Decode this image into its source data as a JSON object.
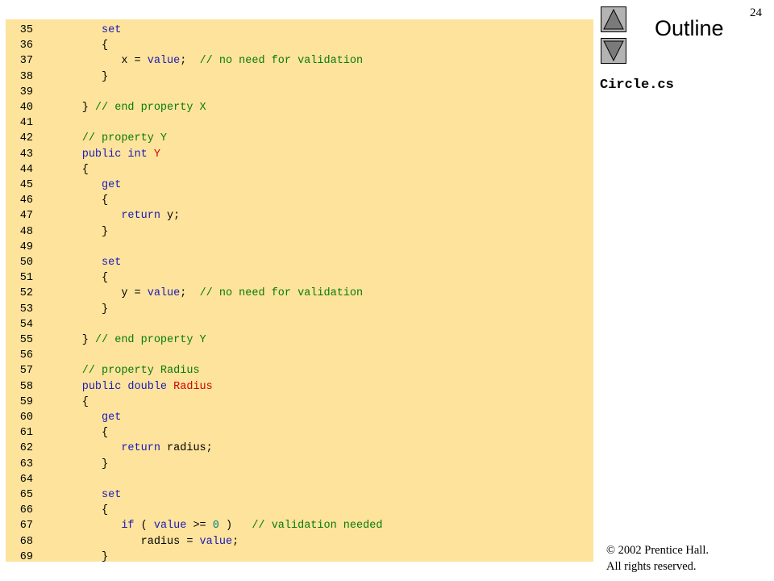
{
  "page_number": "24",
  "outline_title": "Outline",
  "file_name": "Circle.cs",
  "nav": {
    "up_icon": "triangle-up-icon",
    "down_icon": "triangle-down-icon"
  },
  "copyright": {
    "line1": "© 2002 Prentice Hall.",
    "line2": "All rights reserved."
  },
  "code": [
    {
      "n": "35",
      "t": [
        [
          "          ",
          "p"
        ],
        [
          "set",
          "kw"
        ]
      ]
    },
    {
      "n": "36",
      "t": [
        [
          "          {",
          "p"
        ]
      ]
    },
    {
      "n": "37",
      "t": [
        [
          "             x = ",
          "p"
        ],
        [
          "value",
          "kw"
        ],
        [
          ";  ",
          "p"
        ],
        [
          "// no need for validation",
          "cm"
        ]
      ]
    },
    {
      "n": "38",
      "t": [
        [
          "          }",
          "p"
        ]
      ]
    },
    {
      "n": "39",
      "t": []
    },
    {
      "n": "40",
      "t": [
        [
          "       } ",
          "p"
        ],
        [
          "// end property X",
          "cm"
        ]
      ]
    },
    {
      "n": "41",
      "t": []
    },
    {
      "n": "42",
      "t": [
        [
          "       ",
          "p"
        ],
        [
          "// property Y",
          "cm"
        ]
      ]
    },
    {
      "n": "43",
      "t": [
        [
          "       ",
          "p"
        ],
        [
          "public int ",
          "kw"
        ],
        [
          "Y",
          "id"
        ]
      ]
    },
    {
      "n": "44",
      "t": [
        [
          "       {",
          "p"
        ]
      ]
    },
    {
      "n": "45",
      "t": [
        [
          "          ",
          "p"
        ],
        [
          "get",
          "kw"
        ]
      ]
    },
    {
      "n": "46",
      "t": [
        [
          "          {",
          "p"
        ]
      ]
    },
    {
      "n": "47",
      "t": [
        [
          "             ",
          "p"
        ],
        [
          "return ",
          "kw"
        ],
        [
          "y;",
          "p"
        ]
      ]
    },
    {
      "n": "48",
      "t": [
        [
          "          }",
          "p"
        ]
      ]
    },
    {
      "n": "49",
      "t": []
    },
    {
      "n": "50",
      "t": [
        [
          "          ",
          "p"
        ],
        [
          "set",
          "kw"
        ]
      ]
    },
    {
      "n": "51",
      "t": [
        [
          "          {",
          "p"
        ]
      ]
    },
    {
      "n": "52",
      "t": [
        [
          "             y = ",
          "p"
        ],
        [
          "value",
          "kw"
        ],
        [
          ";  ",
          "p"
        ],
        [
          "// no need for validation",
          "cm"
        ]
      ]
    },
    {
      "n": "53",
      "t": [
        [
          "          }",
          "p"
        ]
      ]
    },
    {
      "n": "54",
      "t": []
    },
    {
      "n": "55",
      "t": [
        [
          "       } ",
          "p"
        ],
        [
          "// end property Y",
          "cm"
        ]
      ]
    },
    {
      "n": "56",
      "t": []
    },
    {
      "n": "57",
      "t": [
        [
          "       ",
          "p"
        ],
        [
          "// property Radius",
          "cm"
        ]
      ]
    },
    {
      "n": "58",
      "t": [
        [
          "       ",
          "p"
        ],
        [
          "public double ",
          "kw"
        ],
        [
          "Radius",
          "id"
        ]
      ]
    },
    {
      "n": "59",
      "t": [
        [
          "       {",
          "p"
        ]
      ]
    },
    {
      "n": "60",
      "t": [
        [
          "          ",
          "p"
        ],
        [
          "get",
          "kw"
        ]
      ]
    },
    {
      "n": "61",
      "t": [
        [
          "          {",
          "p"
        ]
      ]
    },
    {
      "n": "62",
      "t": [
        [
          "             ",
          "p"
        ],
        [
          "return ",
          "kw"
        ],
        [
          "radius;",
          "p"
        ]
      ]
    },
    {
      "n": "63",
      "t": [
        [
          "          }",
          "p"
        ]
      ]
    },
    {
      "n": "64",
      "t": []
    },
    {
      "n": "65",
      "t": [
        [
          "          ",
          "p"
        ],
        [
          "set",
          "kw"
        ]
      ]
    },
    {
      "n": "66",
      "t": [
        [
          "          {",
          "p"
        ]
      ]
    },
    {
      "n": "67",
      "t": [
        [
          "             ",
          "p"
        ],
        [
          "if",
          "kw"
        ],
        [
          " ( ",
          "p"
        ],
        [
          "value",
          "kw"
        ],
        [
          " >= ",
          "p"
        ],
        [
          "0",
          "num"
        ],
        [
          " )   ",
          "p"
        ],
        [
          "// validation needed",
          "cm"
        ]
      ]
    },
    {
      "n": "68",
      "t": [
        [
          "                radius = ",
          "p"
        ],
        [
          "value",
          "kw"
        ],
        [
          ";",
          "p"
        ]
      ]
    },
    {
      "n": "69",
      "t": [
        [
          "          }",
          "p"
        ]
      ]
    }
  ]
}
